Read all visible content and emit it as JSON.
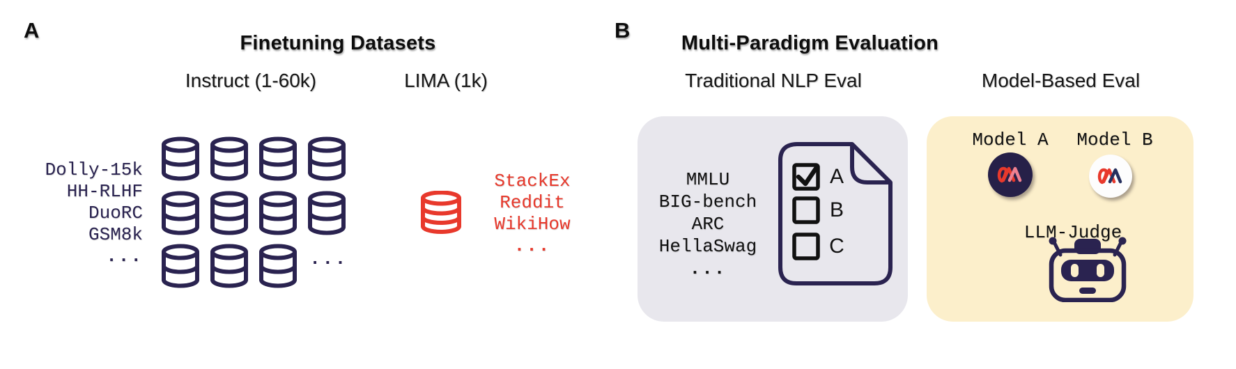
{
  "colors": {
    "navy": "#2a2350",
    "red": "#e8392c",
    "panel_gray": "#e8e7ed",
    "panel_yellow": "#fcefcb",
    "text_black": "#111111",
    "logo_pink": "#ef8090"
  },
  "panel_a": {
    "label": "A",
    "title": "Finetuning Datasets",
    "instruct": {
      "heading": "Instruct (1-60k)",
      "datasets": [
        "Dolly-15k",
        "HH-RLHF",
        "DuoRC",
        "GSM8k"
      ],
      "more": "...",
      "db_grid_rows": [
        4,
        4,
        3
      ],
      "grid_more": "..."
    },
    "lima": {
      "heading": "LIMA (1k)",
      "sources": [
        "StackEx",
        "Reddit",
        "WikiHow"
      ],
      "more": "..."
    }
  },
  "panel_b": {
    "label": "B",
    "title": "Multi-Paradigm Evaluation",
    "traditional": {
      "heading": "Traditional NLP Eval",
      "benchmarks": [
        "MMLU",
        "BIG-bench",
        "ARC",
        "HellaSwag"
      ],
      "more": "...",
      "answer_options": [
        {
          "label": "A",
          "checked": true
        },
        {
          "label": "B",
          "checked": false
        },
        {
          "label": "C",
          "checked": false
        }
      ]
    },
    "model_based": {
      "heading": "Model-Based Eval",
      "model_a": "Model A",
      "model_b": "Model B",
      "judge": "LLM-Judge"
    }
  }
}
